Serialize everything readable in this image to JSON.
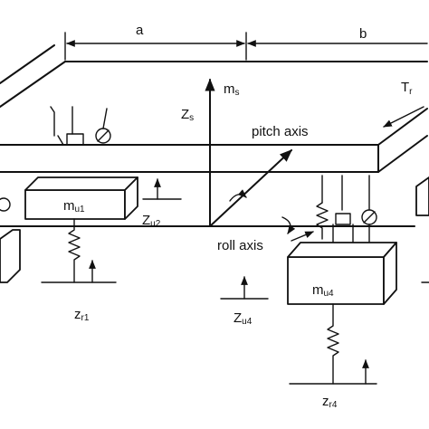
{
  "labels": {
    "dim_a": "a",
    "dim_b": "b",
    "ms_main": "m",
    "ms_sub": "s",
    "zs_main": "Z",
    "zs_sub": "s",
    "tr_main": "T",
    "tr_sub": "r",
    "pitch": "pitch axis",
    "roll": "roll axis",
    "mu1_main": "m",
    "mu1_sub": "u1",
    "mu4_main": "m",
    "mu4_sub": "u4",
    "zu2_main": "Z",
    "zu2_sub": "u2",
    "zu4_main": "Z",
    "zu4_sub": "u4",
    "zr1_main": "z",
    "zr1_sub": "r1",
    "zr4_main": "z",
    "zr4_sub": "r4"
  }
}
